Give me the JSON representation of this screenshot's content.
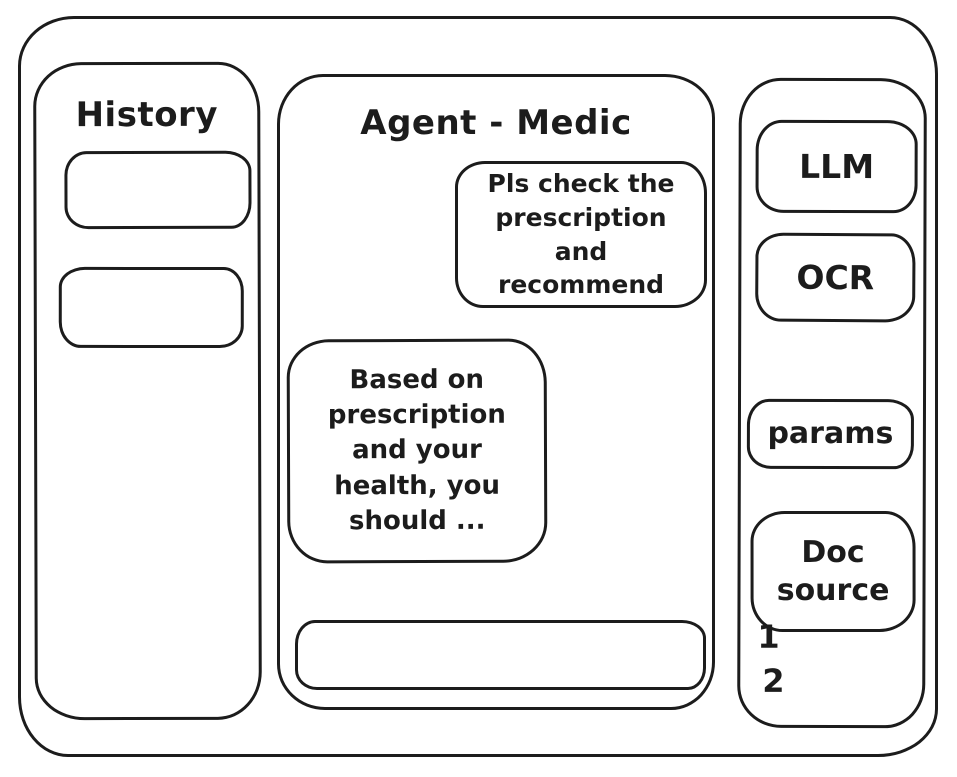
{
  "left_panel": {
    "title": "History",
    "items": [
      {
        "label": ""
      },
      {
        "label": ""
      }
    ]
  },
  "center_panel": {
    "title": "Agent - Medic",
    "messages": [
      {
        "text": "Pls check the prescription and recommend"
      },
      {
        "text": "Based on prescription and your health, you should ..."
      }
    ],
    "input": {
      "value": ""
    }
  },
  "right_panel": {
    "tools": [
      {
        "label": "LLM"
      },
      {
        "label": "OCR"
      },
      {
        "label": "params"
      },
      {
        "label": "Doc source"
      }
    ],
    "doc_items": [
      "1",
      "2"
    ]
  },
  "colors": {
    "stroke": "#1c1c1c",
    "background": "#ffffff"
  }
}
